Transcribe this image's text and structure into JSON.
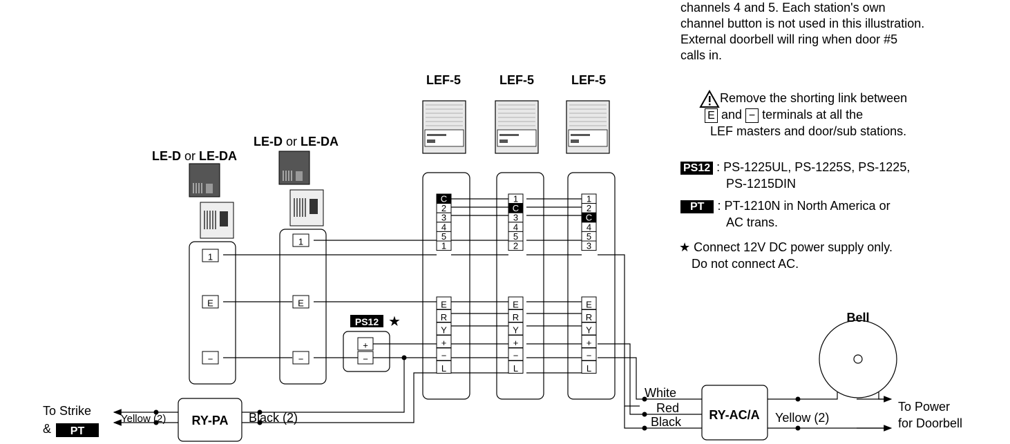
{
  "notes": {
    "intro_line1": "channels 4 and 5. Each station's own",
    "intro_line2": "channel button is not used in this illustration.",
    "intro_line3": "External doorbell will ring when door #5",
    "intro_line4": "calls in.",
    "remove_line1": "Remove the shorting link between",
    "remove_e": "E",
    "remove_and": "and",
    "remove_minus": "−",
    "remove_line2": "terminals at all the",
    "remove_line3": "LEF masters and door/sub stations.",
    "ps12_badge": "PS12",
    "ps12_text1": ": PS-1225UL, PS-1225S, PS-1225,",
    "ps12_text2": "PS-1215DIN",
    "pt_badge": "PT",
    "pt_text1": ": PT-1210N in North America or",
    "pt_text2": "AC trans.",
    "star_line1": "★ Connect 12V DC power supply only.",
    "star_line2": "Do not connect AC."
  },
  "diagram": {
    "lef_label": "LEF-5",
    "door1_label_a": "LE-D",
    "door1_label_or": " or ",
    "door1_label_b": "LE-DA",
    "door2_label_a": "LE-D",
    "door2_label_or": " or ",
    "door2_label_b": "LE-DA",
    "master1_terminals": [
      "C",
      "2",
      "3",
      "4",
      "5",
      "1"
    ],
    "master2_terminals": [
      "1",
      "C",
      "3",
      "4",
      "5",
      "2"
    ],
    "master3_terminals": [
      "1",
      "2",
      "C",
      "4",
      "5",
      "3"
    ],
    "bottom_terminals": [
      "E",
      "R",
      "Y",
      "+",
      "−",
      "L"
    ],
    "door_terminals": [
      "1",
      "E",
      "−"
    ],
    "ps12_label": "PS12",
    "star": "★",
    "ps12_plus": "+",
    "ps12_minus": "−",
    "bell_label": "Bell",
    "ry_pa": "RY-PA",
    "ry_aca": "RY-AC/A",
    "white": "White",
    "red": "Red",
    "black": "Black",
    "yellow2_left": "Yellow (2)",
    "black2": "Black (2)",
    "yellow2_right": "Yellow (2)",
    "to_strike": "To Strike",
    "amp": "&",
    "pt_badge": "PT",
    "to_power": "To Power",
    "for_doorbell": "for Doorbell"
  }
}
